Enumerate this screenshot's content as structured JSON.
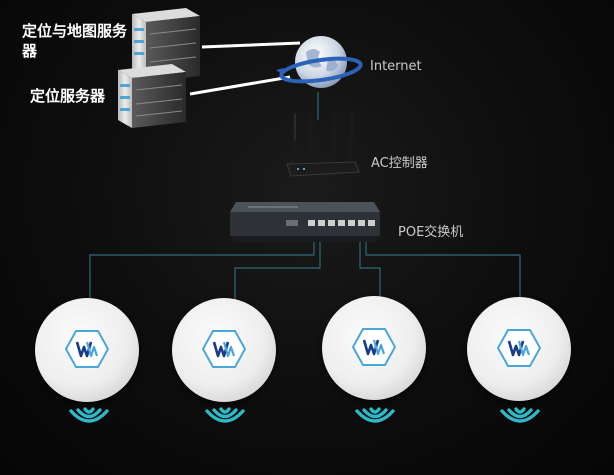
{
  "labels": {
    "location_map_server": "定位与地图服务器",
    "location_server": "定位服务器",
    "internet": "Internet",
    "ac_controller": "AC控制器",
    "poe_switch": "POE交换机"
  },
  "access_points": [
    {
      "icon": "wifi-signal-icon"
    },
    {
      "icon": "wifi-signal-icon"
    },
    {
      "icon": "wifi-signal-icon"
    },
    {
      "icon": "wifi-signal-icon"
    }
  ],
  "colors": {
    "background": "#0d0d0d",
    "link_line": "#ffffff",
    "network_line": "#2f6b7a",
    "wifi": "#2fb8c6",
    "badge_border": "#4aa6d8",
    "badge_letter": "#1a3a8a"
  }
}
